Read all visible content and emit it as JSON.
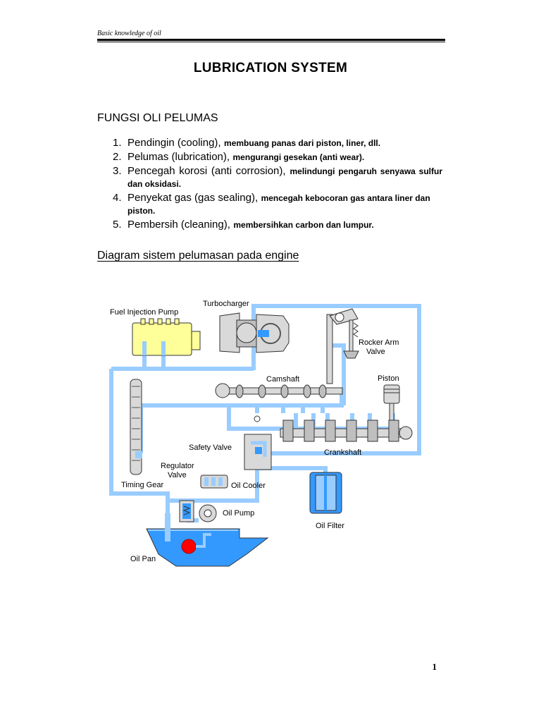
{
  "header": {
    "running_title": "Basic knowledge of oil"
  },
  "title": "LUBRICATION SYSTEM",
  "functions_section": {
    "heading": "FUNGSI OLI PELUMAS",
    "items": [
      {
        "number": "1.",
        "term": "Pendingin (cooling),",
        "description": "membuang panas dari piston, liner, dll."
      },
      {
        "number": "2.",
        "term": "Pelumas  (lubrication),",
        "description": "mengurangi gesekan (anti wear)."
      },
      {
        "number": "3.",
        "term": "Pencegah korosi (anti corrosion),",
        "description": "melindungi pengaruh senyawa sulfur dan oksidasi."
      },
      {
        "number": "4.",
        "term": "Penyekat gas (gas sealing),",
        "description": "mencegah kebocoran gas antara liner dan piston."
      },
      {
        "number": "5.",
        "term": "Pembersih (cleaning),",
        "description": "membersihkan carbon dan lumpur."
      }
    ]
  },
  "diagram": {
    "heading": "Diagram sistem pelumasan pada engine",
    "labels": {
      "turbocharger": "Turbocharger",
      "fuel_injection_pump": "Fuel Injection Pump",
      "rocker_arm": "Rocker Arm",
      "valve": "Valve",
      "camshaft": "Camshaft",
      "piston": "Piston",
      "safety_valve": "Safety Valve",
      "crankshaft": "Crankshaft",
      "regulator": "Regulator",
      "regulator_valve": "Valve",
      "timing_gear": "Timing Gear",
      "oil_cooler": "Oil Cooler",
      "oil_pump": "Oil Pump",
      "oil_filter": "Oil Filter",
      "oil_pan": "Oil Pan"
    },
    "colors": {
      "oil_line": "#99ccff",
      "oil": "#3399ff",
      "component_fill": "#d9d9d9",
      "injection_pump_fill": "#ffff99",
      "strainer": "#ff0000"
    }
  },
  "page_number": "1"
}
